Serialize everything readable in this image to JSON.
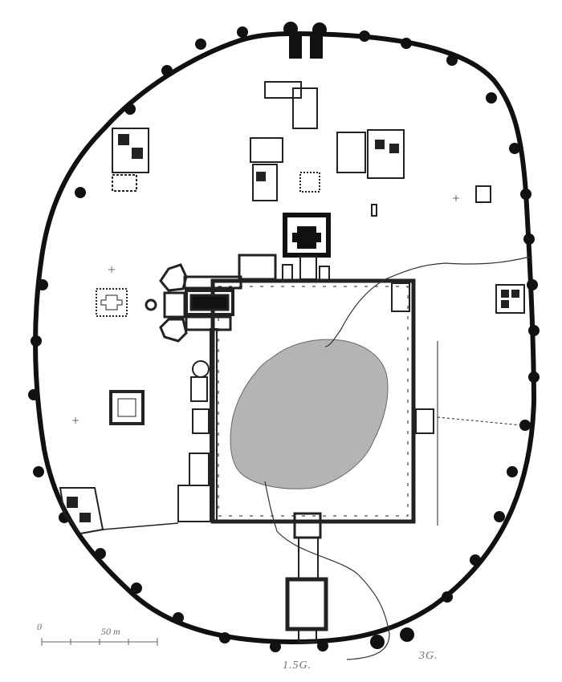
{
  "plan": {
    "scale_bar": {
      "zero": "0",
      "length": "50 m"
    },
    "annotations": [
      "1.5G.",
      "3G."
    ]
  },
  "colors": {
    "wall": "#111111",
    "lake": "#b4b4b4",
    "paper": "#ffffff",
    "line": "#2a2a2a"
  }
}
